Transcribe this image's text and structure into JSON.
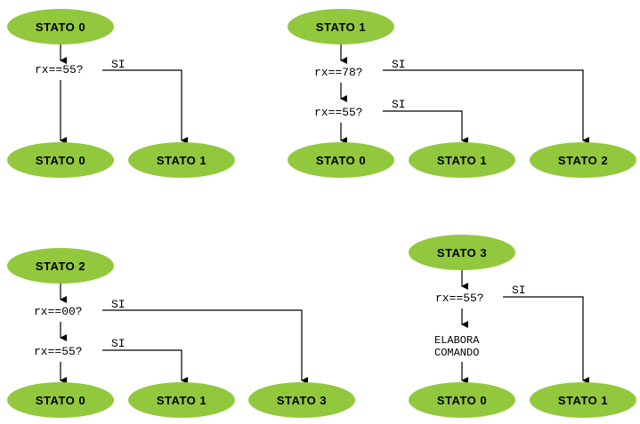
{
  "blocks": {
    "state0": {
      "start": "STATO 0",
      "cond1": "rx==55?",
      "si1": "SI",
      "no_target": "STATO 0",
      "si_target": "STATO 1"
    },
    "state1": {
      "start": "STATO 1",
      "cond1": "rx==78?",
      "si1": "SI",
      "cond2": "rx==55?",
      "si2": "SI",
      "no_target": "STATO 0",
      "si2_target": "STATO 1",
      "si1_target": "STATO 2"
    },
    "state2": {
      "start": "STATO 2",
      "cond1": "rx==00?",
      "si1": "SI",
      "cond2": "rx==55?",
      "si2": "SI",
      "no_target": "STATO 0",
      "si2_target": "STATO 1",
      "si1_target": "STATO 3"
    },
    "state3": {
      "start": "STATO 3",
      "cond1": "rx==55?",
      "si1": "SI",
      "action_line1": "ELABORA",
      "action_line2": "COMANDO",
      "no_target": "STATO 0",
      "si_target": "STATO 1"
    }
  },
  "colors": {
    "state_fill": "#92c83e",
    "line": "#000000"
  }
}
